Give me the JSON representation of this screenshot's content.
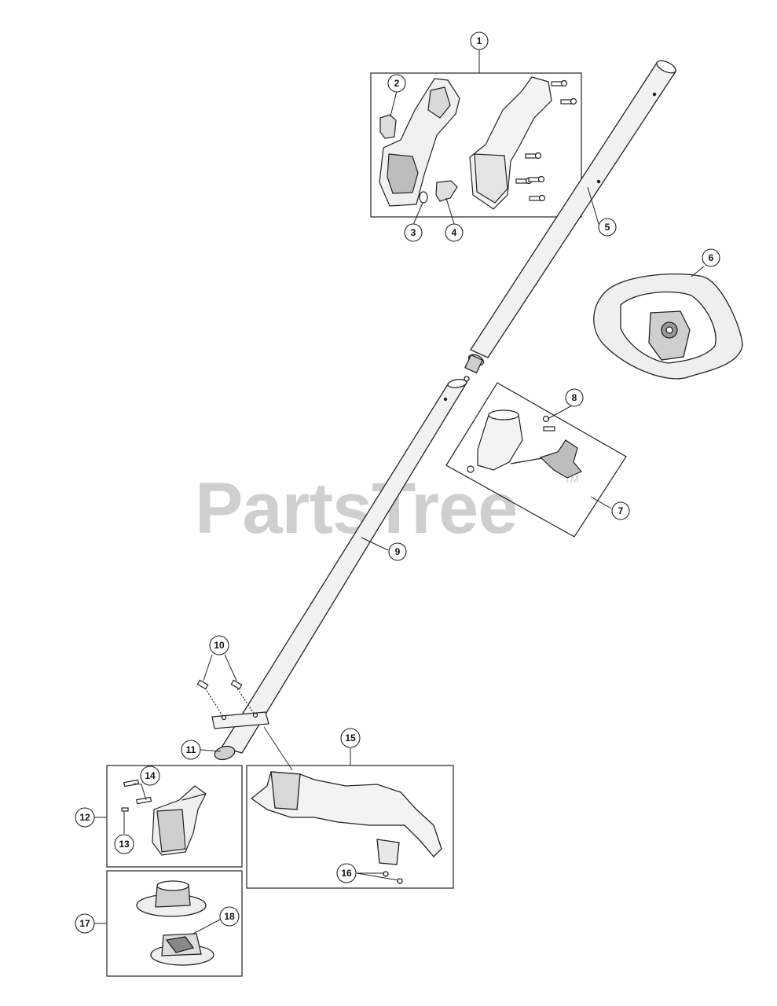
{
  "watermark": {
    "text": "PartsTree",
    "trademark": "TM"
  },
  "callouts": [
    "1",
    "2",
    "3",
    "4",
    "5",
    "6",
    "7",
    "8",
    "9",
    "10",
    "11",
    "12",
    "13",
    "14",
    "15",
    "16",
    "17",
    "18"
  ]
}
